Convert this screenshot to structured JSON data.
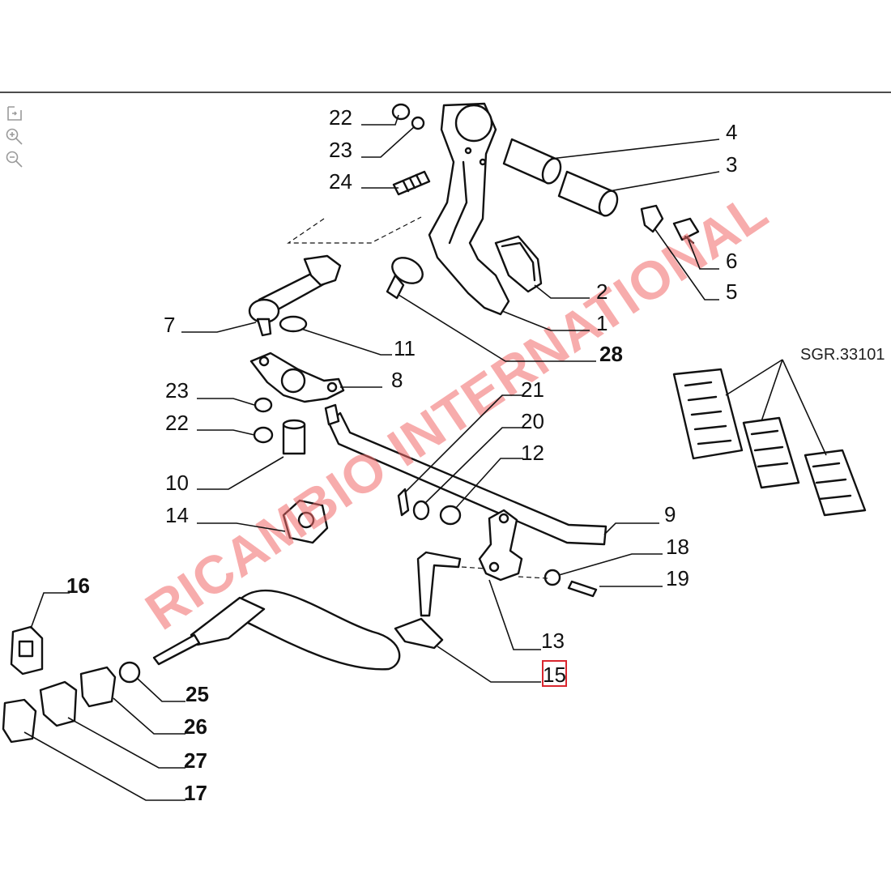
{
  "diagram": {
    "reference_code": "SGR.33101",
    "watermark": "RICAMBIO INTERNATIONAL",
    "highlighted_part": "15",
    "highlight_color": "#d9262e",
    "watermark_color": "#f26a6a",
    "callouts": [
      {
        "id": "c22a",
        "label": "22"
      },
      {
        "id": "c23a",
        "label": "23"
      },
      {
        "id": "c24",
        "label": "24"
      },
      {
        "id": "c4",
        "label": "4"
      },
      {
        "id": "c3",
        "label": "3"
      },
      {
        "id": "c6",
        "label": "6"
      },
      {
        "id": "c2",
        "label": "2"
      },
      {
        "id": "c5",
        "label": "5"
      },
      {
        "id": "c1",
        "label": "1"
      },
      {
        "id": "c28",
        "label": "28"
      },
      {
        "id": "c7",
        "label": "7"
      },
      {
        "id": "c11",
        "label": "11"
      },
      {
        "id": "c8",
        "label": "8"
      },
      {
        "id": "c23b",
        "label": "23"
      },
      {
        "id": "c22b",
        "label": "22"
      },
      {
        "id": "c21",
        "label": "21"
      },
      {
        "id": "c20",
        "label": "20"
      },
      {
        "id": "c12",
        "label": "12"
      },
      {
        "id": "c10",
        "label": "10"
      },
      {
        "id": "c14",
        "label": "14"
      },
      {
        "id": "c9",
        "label": "9"
      },
      {
        "id": "c18",
        "label": "18"
      },
      {
        "id": "c19",
        "label": "19"
      },
      {
        "id": "c16",
        "label": "16"
      },
      {
        "id": "c13",
        "label": "13"
      },
      {
        "id": "c15",
        "label": "15"
      },
      {
        "id": "c25",
        "label": "25"
      },
      {
        "id": "c26",
        "label": "26"
      },
      {
        "id": "c27",
        "label": "27"
      },
      {
        "id": "c17",
        "label": "17"
      }
    ]
  },
  "toolbar": {
    "fit_icon": "fit-screen-icon",
    "zoom_in_icon": "zoom-in-icon",
    "zoom_out_icon": "zoom-out-icon"
  }
}
